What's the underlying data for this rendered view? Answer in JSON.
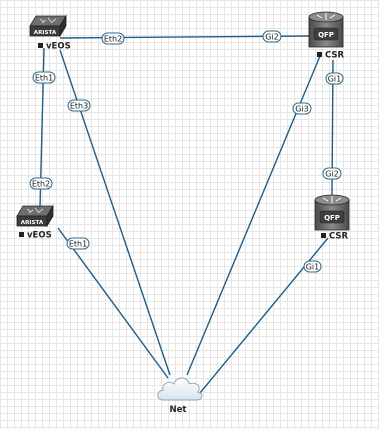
{
  "colors": {
    "link": "#1f5e86",
    "label_border": "#2e6b8e",
    "switch_top": "#6e6e6e",
    "switch_front": "#3b3b3b",
    "router_body": "#6b6b6b",
    "router_dark": "#3f3f3f",
    "cloud": "#eef3f8",
    "status_square": "#222222"
  },
  "nodes": [
    {
      "id": "veos1",
      "icon": "arista-switch-icon",
      "brand": "ARISTA",
      "label": "vEOS"
    },
    {
      "id": "veos2",
      "icon": "arista-switch-icon",
      "brand": "ARISTA",
      "label": "vEOS"
    },
    {
      "id": "csr1",
      "icon": "qfp-router-icon",
      "brand": "QFP",
      "label": "CSR"
    },
    {
      "id": "csr2",
      "icon": "qfp-router-icon",
      "brand": "QFP",
      "label": "CSR"
    },
    {
      "id": "net",
      "icon": "cloud-icon",
      "label": "Net"
    }
  ],
  "links": [
    {
      "id": "veos1-csr1",
      "from_label": "Eth2",
      "to_label": "Gi2"
    },
    {
      "id": "veos1-veos2",
      "from_label": "Eth1",
      "to_label": "Eth2"
    },
    {
      "id": "veos1-net",
      "from_label": "Eth3"
    },
    {
      "id": "veos2-net",
      "from_label": "Eth1"
    },
    {
      "id": "csr1-csr2",
      "from_label": "Gi1",
      "to_label": "Gi2"
    },
    {
      "id": "csr1-net",
      "from_label": "Gi3"
    },
    {
      "id": "csr2-net",
      "from_label": "Gi1"
    }
  ]
}
